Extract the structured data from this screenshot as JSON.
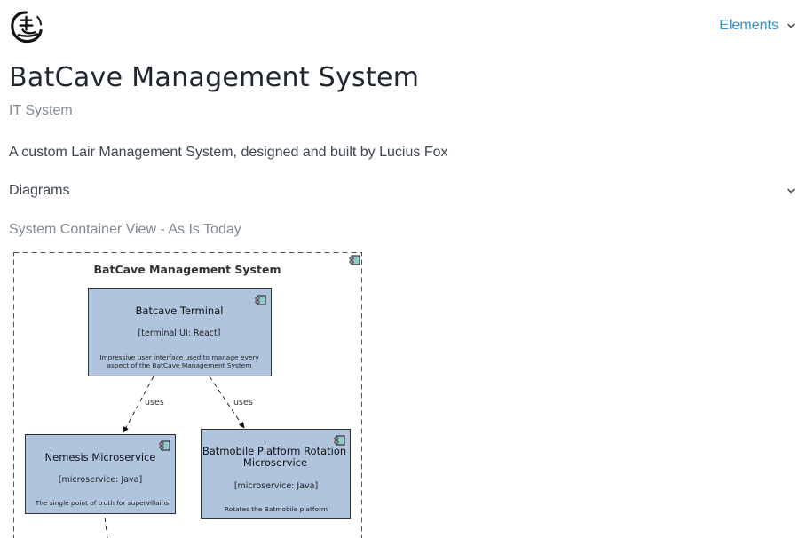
{
  "header": {
    "logo_icon": "ink-brush-logo-icon",
    "elements_menu_label": "Elements",
    "elements_menu_icon": "chevron-down-icon"
  },
  "page": {
    "title": "BatCave Management System",
    "subtitle": "IT System",
    "description": "A custom Lair Management System, designed and built by Lucius Fox"
  },
  "diagrams_section": {
    "label": "Diagrams",
    "toggle_icon": "chevron-down-icon",
    "current_diagram_title": "System Container View - As Is Today"
  },
  "diagram": {
    "boundary_label": "BatCave Management System",
    "boundary_icon": "component-icon",
    "node_fill": "#b0c4de",
    "containers": [
      {
        "name": "Batcave Terminal",
        "technology": "[terminal UI: React]",
        "description_lines": [
          "Impressive user interface used to manage every",
          "aspect of the BatCave Management System"
        ],
        "icon": "component-icon"
      },
      {
        "name": "Nemesis Microservice",
        "technology": "[microservice: Java]",
        "description_lines": [
          "The single point of truth for supervillains"
        ],
        "icon": "component-icon"
      },
      {
        "name_lines": [
          "Batmobile Platform Rotation",
          "Microservice"
        ],
        "technology": "[microservice: Java]",
        "description_lines": [
          "Rotates the Batmobile platform"
        ],
        "icon": "component-icon"
      }
    ],
    "relations": [
      {
        "from": "Batcave Terminal",
        "to": "Nemesis Microservice",
        "label": "uses"
      },
      {
        "from": "Batcave Terminal",
        "to": "Batmobile Platform Rotation Microservice",
        "label": "uses"
      }
    ]
  }
}
